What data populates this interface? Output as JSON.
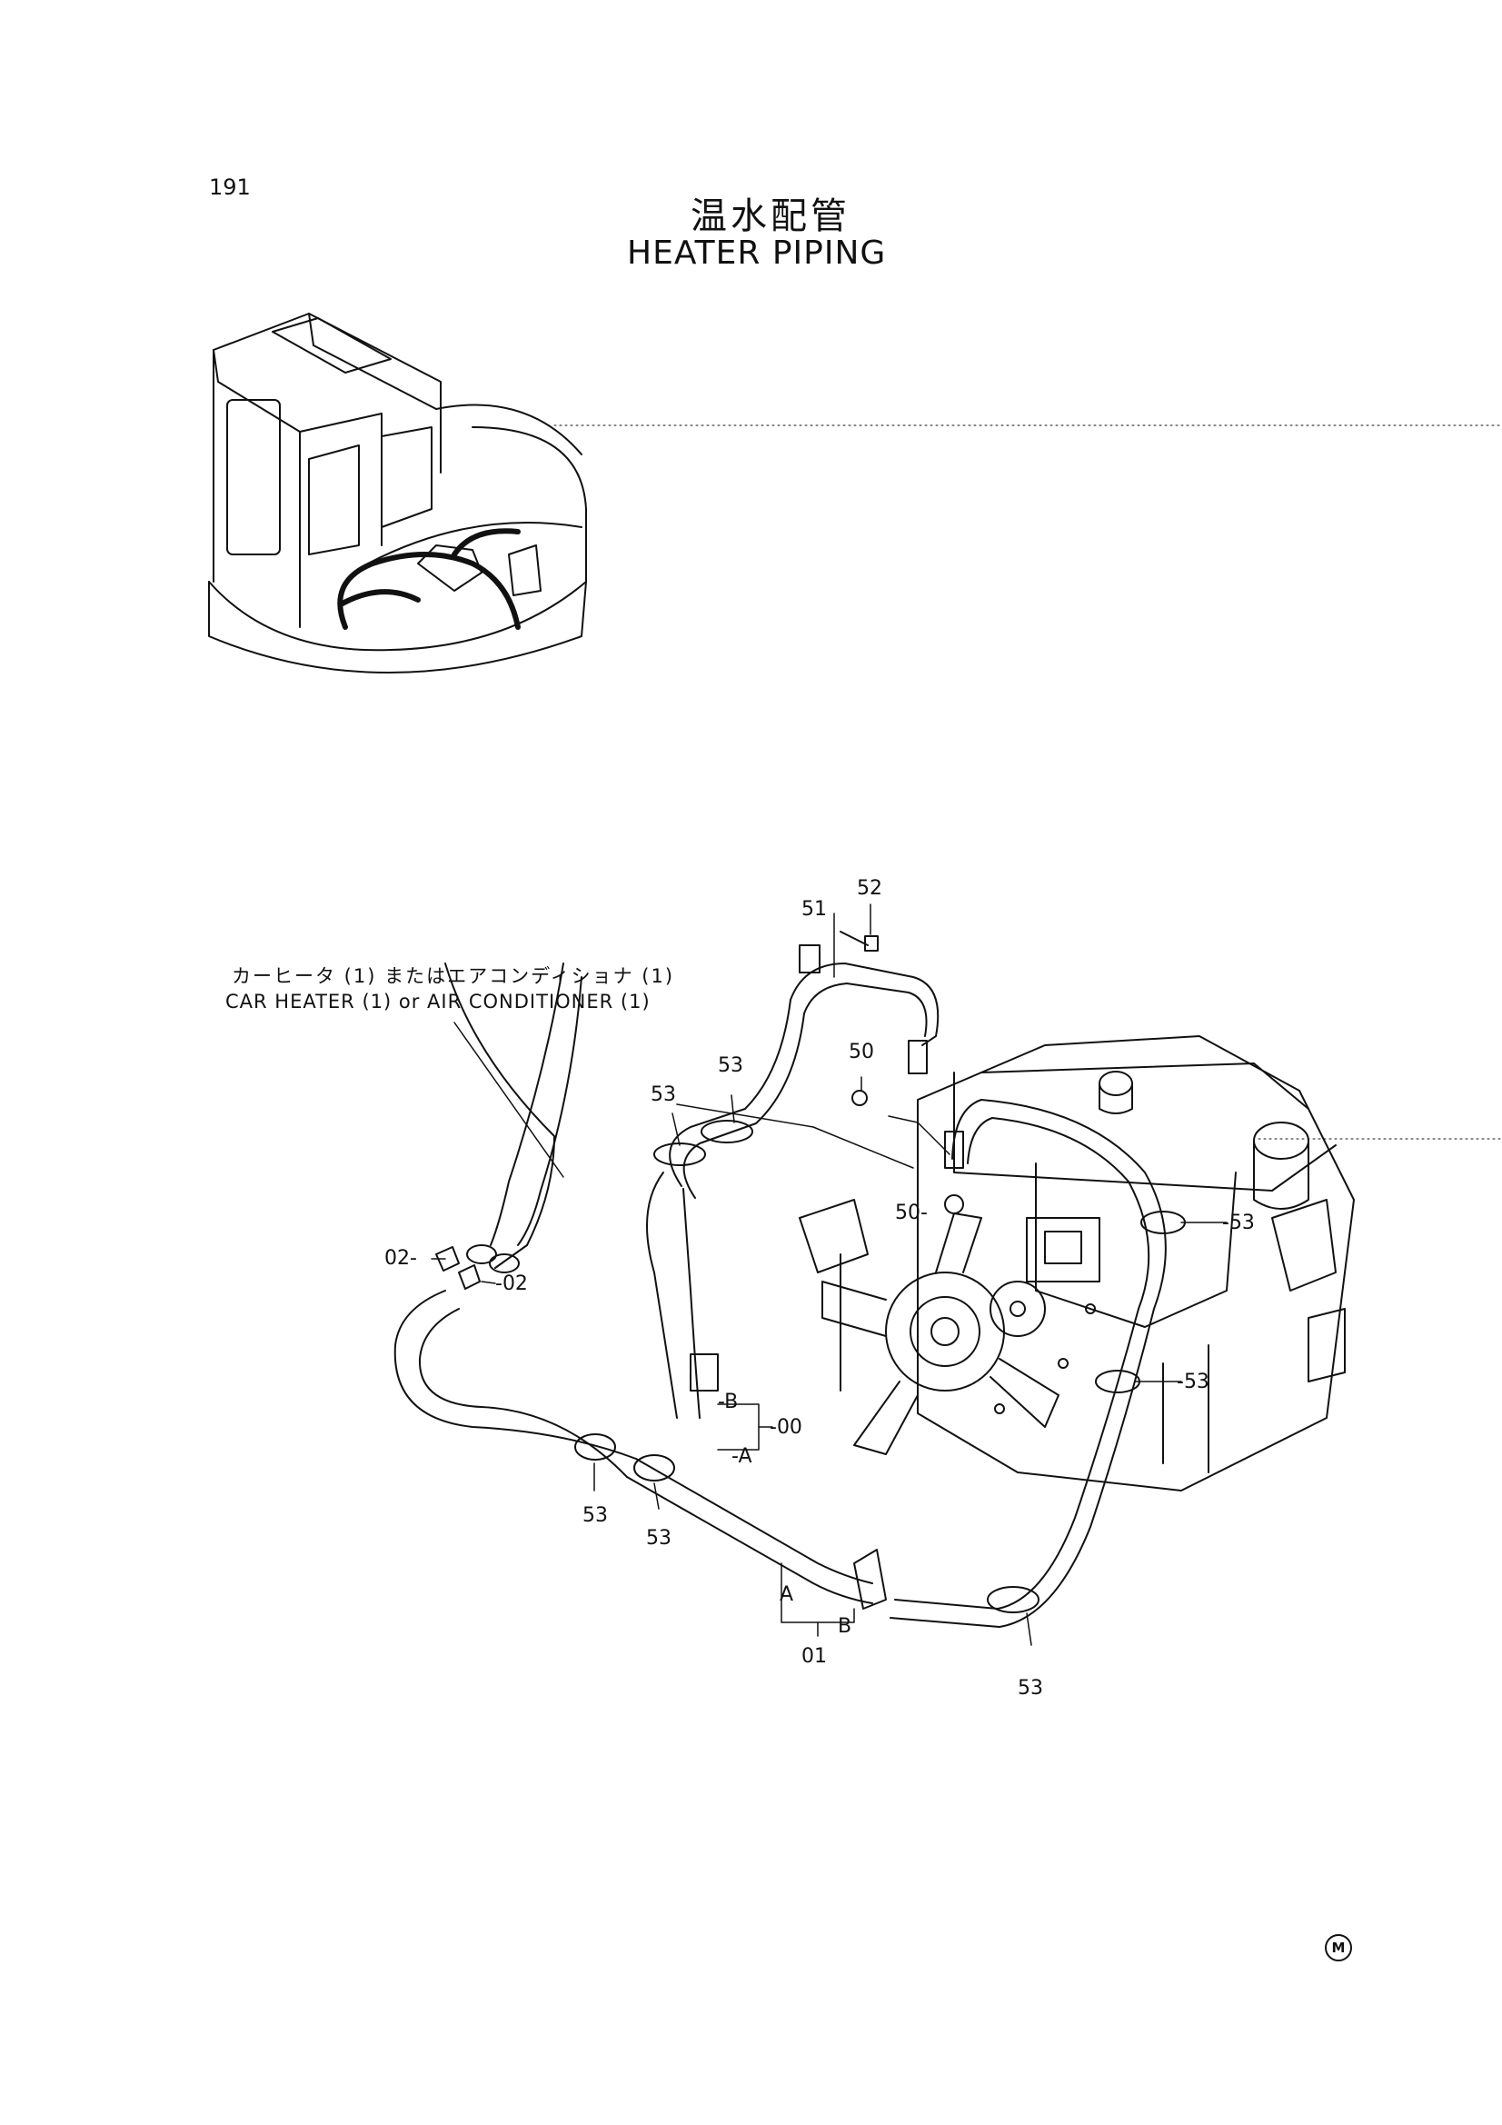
{
  "page": {
    "number": "191",
    "title_jp": "温水配管",
    "title_en": "HEATER PIPING"
  },
  "callout": {
    "jp": "カーヒータ (1) またはエアコンディショナ (1)",
    "en": "CAR HEATER (1) or AIR CONDITIONER (1)"
  },
  "part_labels": {
    "p52": "52",
    "p51": "51",
    "p50_top": "50",
    "p50_mid": "50-",
    "p53_a": "53",
    "p53_b": "53",
    "p53_c": "-53",
    "p53_d": "-53",
    "p53_e": "53",
    "p53_f": "53",
    "p53_g": "53",
    "p02_left": "02-",
    "p02_right": "-02",
    "p00": "-00",
    "p01": "01",
    "ref_b_top": "-B",
    "ref_a_top": "-A",
    "ref_a_bottom": "A",
    "ref_b_bottom": "B"
  },
  "marks": {
    "circled_m": "M"
  },
  "colors": {
    "ink": "#111111",
    "background": "#ffffff"
  }
}
